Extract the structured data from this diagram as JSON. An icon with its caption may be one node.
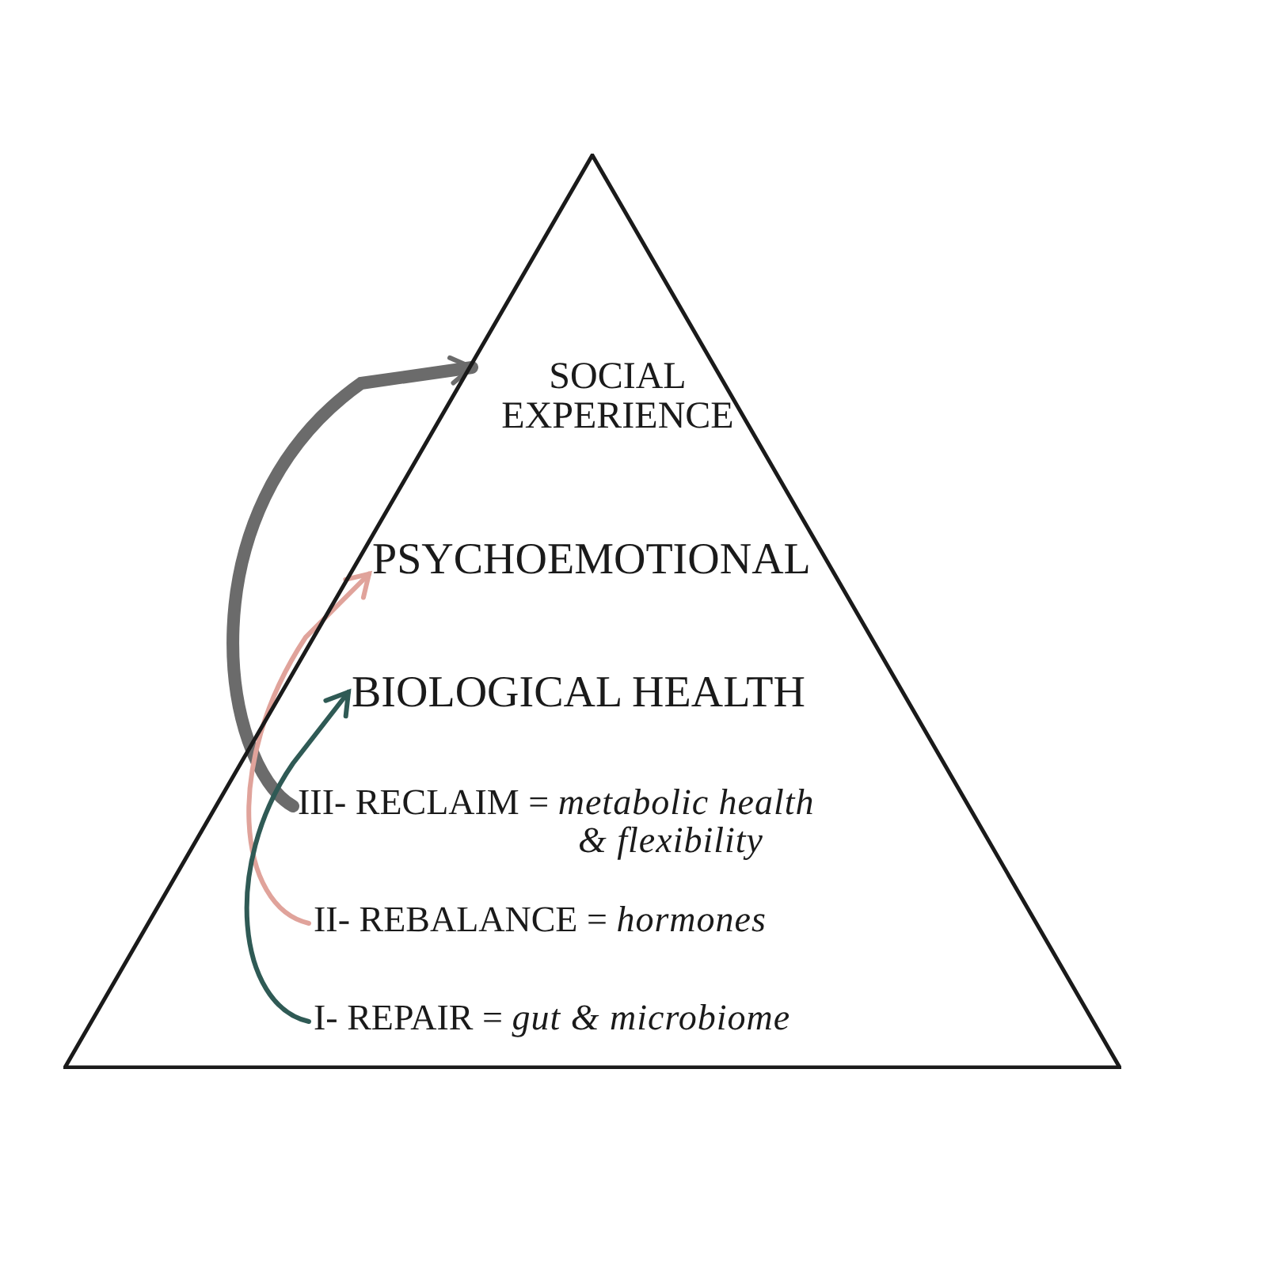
{
  "diagram": {
    "nodes": [
      {
        "text": [],
        "shape": "triangle"
      },
      {
        "text": [
          "SOCIAL EXPERIENCE"
        ],
        "in": 0
      },
      {
        "text": [
          "PSYCHOEMOTIONAL"
        ],
        "in": 0
      },
      {
        "text": [
          "BIOLOGICAL HEALTH"
        ],
        "in": 0
      },
      {
        "text": [
          "III- RECLAIM = *metabolic health & flexibility*"
        ],
        "in": 0
      },
      {
        "text": [
          "II- REBALANCE = *hormones*"
        ],
        "in": 0
      },
      {
        "text": [
          "I- REPAIR = *gut & microbiome*"
        ],
        "in": 0
      }
    ],
    "edges": [
      {
        "from": 4,
        "to": 1,
        "arrow": "to",
        "style": "thick",
        "color": "#6b6b6b"
      },
      {
        "from": 5,
        "to": 2,
        "arrow": "to",
        "color": "#e0a39b"
      },
      {
        "from": 6,
        "to": 3,
        "arrow": "to",
        "color": "#2f5a55"
      }
    ]
  }
}
